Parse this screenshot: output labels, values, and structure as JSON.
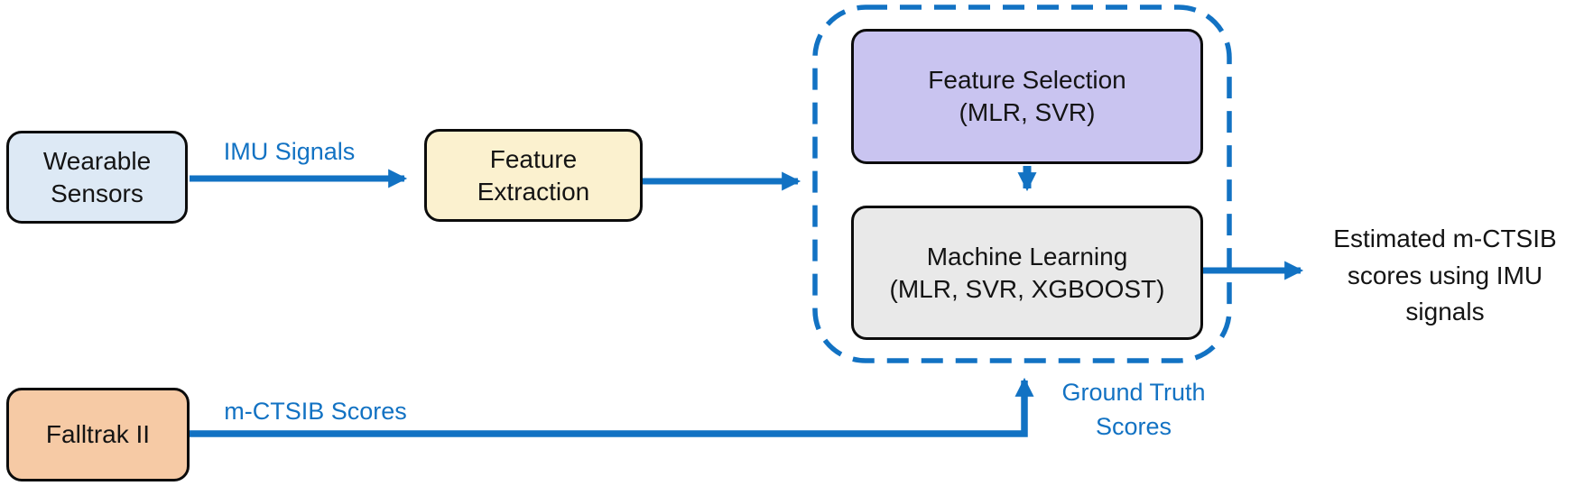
{
  "colors": {
    "arrow_blue": "#1272c3",
    "label_blue": "#1272c3",
    "box_border": "#0c0c0c",
    "wearable_fill": "#dde9f5",
    "extraction_fill": "#fbf1cf",
    "selection_fill": "#c9c4f0",
    "ml_fill": "#e9e9e9",
    "falltrak_fill": "#f6caa5",
    "text_black": "#141414"
  },
  "diagram": {
    "nodes": {
      "wearable_sensors": {
        "label": "Wearable\nSensors"
      },
      "feature_extraction": {
        "label": "Feature\nExtraction"
      },
      "feature_selection": {
        "label": "Feature Selection\n(MLR, SVR)"
      },
      "machine_learning": {
        "label": "Machine Learning\n(MLR, SVR, XGBOOST)"
      },
      "falltrak_ii": {
        "label": "Falltrak II"
      }
    },
    "edge_labels": {
      "imu_signals": "IMU Signals",
      "mctsib_scores": "m-CTSIB Scores",
      "ground_truth": "Ground Truth Scores"
    },
    "output_text": "Estimated m-CTSIB scores using IMU signals",
    "edges": [
      {
        "from": "wearable_sensors",
        "to": "feature_extraction",
        "label": "IMU Signals"
      },
      {
        "from": "feature_extraction",
        "to": "model_group",
        "label": ""
      },
      {
        "from": "feature_selection",
        "to": "machine_learning",
        "label": ""
      },
      {
        "from": "falltrak_ii",
        "to": "model_group",
        "label": "m-CTSIB Scores / Ground Truth Scores"
      },
      {
        "from": "machine_learning",
        "to": "estimated_output",
        "label": ""
      }
    ]
  }
}
